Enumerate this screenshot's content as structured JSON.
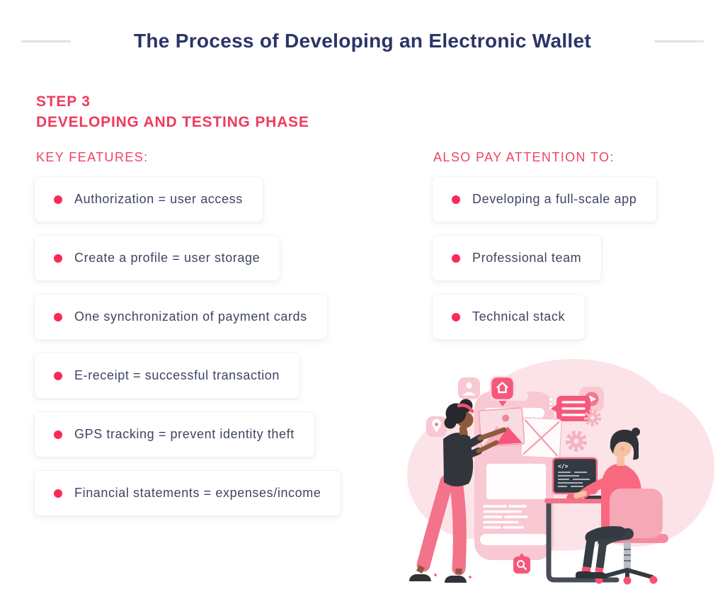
{
  "page": {
    "title": "The Process of Developing an Electronic Wallet"
  },
  "step": {
    "label": "STEP 3",
    "name": "DEVELOPING AND TESTING PHASE"
  },
  "key_features": {
    "heading": "KEY FEATURES:",
    "items": [
      "Authorization = user access",
      "Create a profile = user storage",
      "One synchronization of payment cards",
      "E-receipt = successful transaction",
      "GPS tracking = prevent identity theft",
      "Financial statements = expenses/income"
    ]
  },
  "attention": {
    "heading": "ALSO PAY ATTENTION TO:",
    "items": [
      "Developing a full-scale app",
      "Professional team",
      "Technical stack"
    ]
  },
  "colors": {
    "title_navy": "#2B3467",
    "accent_pink": "#ED3B5F",
    "bullet_pink": "#FB2A59",
    "card_text": "#3E4563",
    "divider_gray": "#DFE2EE",
    "illustration_light_pink": "#FCE3E8",
    "illustration_mid_pink": "#F7A8B6",
    "illustration_deep_pink": "#F8577C",
    "illustration_charcoal": "#343A42"
  },
  "illustration": {
    "monitor_code_symbol": "</>",
    "icons": [
      "user-avatar-icon",
      "home-pin-icon",
      "play-icon",
      "chat-icon",
      "gear-icon",
      "location-pin-icon",
      "search-icon",
      "image-placeholder-icon",
      "envelope-icon",
      "code-icon"
    ]
  }
}
